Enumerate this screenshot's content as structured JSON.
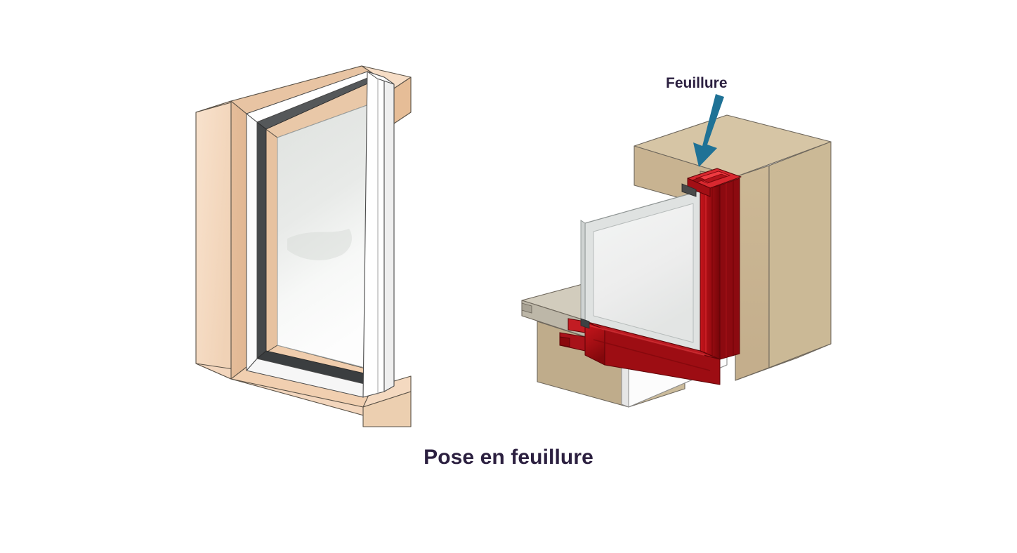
{
  "document": {
    "title": "Pose en feuillure",
    "language": "fr",
    "background_color": "#ffffff"
  },
  "caption": {
    "text": "Pose en feuillure"
  },
  "annotation": {
    "label": "Feuillure",
    "arrow_icon": "down-arrow-icon",
    "arrow_color": "#1f7296",
    "points_to": "rebate of masonry opening at head of window frame"
  },
  "figures": [
    {
      "id": "window-in-opening",
      "name": "perspective-window-in-masonry-opening",
      "description": "Vue en perspective d'une fenêtre posée en feuillure dans une baie de maçonnerie",
      "parts": [
        {
          "name": "wall-face",
          "label": "Mur (parement intérieur)",
          "color": "#f6ddc6"
        },
        {
          "name": "reveal-jamb",
          "label": "Tableau / ébrasement",
          "color": "#e2b894"
        },
        {
          "name": "window-frame",
          "label": "Dormant (blanc)",
          "color": "#fbfbfb"
        },
        {
          "name": "glazing-gasket",
          "label": "Joint / parclose",
          "color": "#4a4a4a"
        },
        {
          "name": "glass-pane",
          "label": "Vitrage",
          "color": "#e4e6e4"
        }
      ]
    },
    {
      "id": "section-cutaway",
      "name": "cutaway-section-rebate-detail",
      "description": "Coupe écorchée montrant le profilé de fenêtre engagé dans la feuillure du mur",
      "parts": [
        {
          "name": "wall-masonry",
          "label": "Maçonnerie",
          "color": "#c9b593"
        },
        {
          "name": "wall-cut-face",
          "label": "Face de coupe maçonnerie",
          "color": "#d7c7a8"
        },
        {
          "name": "window-profile",
          "label": "Profilé de fenêtre",
          "color": "#b01118"
        },
        {
          "name": "profile-shadow",
          "label": "Profilé (face ombrée)",
          "color": "#7e0509"
        },
        {
          "name": "glass-pane",
          "label": "Vitrage",
          "color": "#eef0ef"
        },
        {
          "name": "sill-slab",
          "label": "Appui / seuil",
          "color": "#cfc9ba"
        },
        {
          "name": "interior-wall",
          "label": "Allège intérieure",
          "color": "#fbfbfb"
        }
      ]
    }
  ],
  "colors": {
    "text_dark": "#2c2040",
    "accent_teal": "#1f7296",
    "wall_light": "#f6ddc6",
    "wall_reveal": "#e2b894",
    "wall_masonry": "#c9b593",
    "wall_masonry_top": "#d7c7a8",
    "profile_red": "#b01118",
    "profile_red_dark": "#7e0509",
    "glass": "#e4e6e4",
    "frame_white": "#fbfbfb",
    "gasket_dark": "#4a4a4a",
    "outline": "#2b2b2b"
  }
}
